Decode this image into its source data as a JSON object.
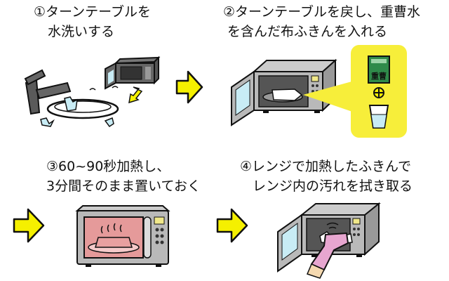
{
  "steps": [
    {
      "number": "①",
      "lines": [
        "①ターンテーブルを",
        "水洗いする"
      ],
      "illustration": "turntable-washing-under-faucet"
    },
    {
      "number": "②",
      "lines": [
        "②ターンテーブルを戻し、重曹水",
        "を含んだ布ふきんを入れる"
      ],
      "illustration": "microwave-with-wet-cloth",
      "callout": {
        "package_label": "重曹",
        "plus_symbol": "+",
        "items": [
          "baking-soda-package",
          "cup-of-water"
        ]
      }
    },
    {
      "number": "③",
      "lines": [
        "③60~90秒加熱し、",
        "3分間そのまま置いておく"
      ],
      "illustration": "microwave-heating-steaming-cloth"
    },
    {
      "number": "④",
      "lines": [
        "④レンジで加熱したふきんで",
        "レンジ内の汚れを拭き取る"
      ],
      "illustration": "gloved-hand-wiping-microwave"
    }
  ],
  "arrows": [
    "step1-to-step2",
    "step2-to-step3",
    "step3-to-step4"
  ],
  "colors": {
    "arrow_yellow": "#f5f000",
    "callout_yellow": "#f7ee3a",
    "microwave_gray": "#b9b9b9",
    "microwave_dark": "#555555",
    "heat_pink": "#e59a9a",
    "glove_pink": "#e7a6d0",
    "water_blue": "#c8ecf5",
    "package_green": "#2f8a4a",
    "outline": "#111111"
  }
}
